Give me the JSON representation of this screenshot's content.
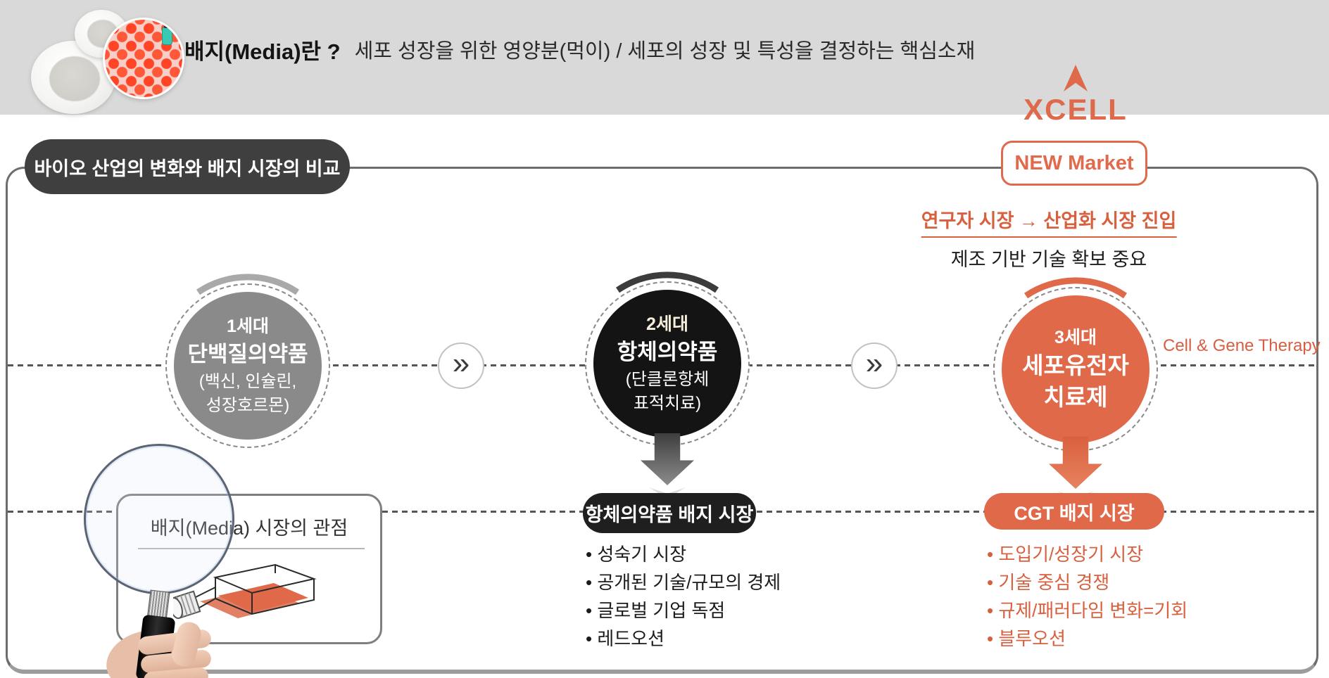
{
  "header": {
    "title_bold": "배지(Media)란 ?",
    "title_rest": "세포 성장을 위한 영양분(먹이) / 세포의 성장 및 특성을 결정하는 핵심소재"
  },
  "logo": {
    "text": "XCELL"
  },
  "badges": {
    "new_market": "NEW Market"
  },
  "section_title": "바이오 산업의 변화와 배지 시장의 비교",
  "notes": {
    "market_entry": "연구자 시장 → 산업화 시장 진입",
    "manufacturing": "제조 기반 기술 확보 중요",
    "cgt_side_label": "Cell & Gene Therapy"
  },
  "generations": [
    {
      "gen": "1세대",
      "name": "단백질의약품",
      "detail1": "(백신, 인슐린,",
      "detail2": "성장호르몬)"
    },
    {
      "gen": "2세대",
      "name": "항체의약품",
      "detail1": "(단클론항체",
      "detail2": "표적치료)"
    },
    {
      "gen": "3세대",
      "name": "세포유전자",
      "detail1": "치료제",
      "detail2": ""
    }
  ],
  "icons": {
    "chevron_double_right": "»"
  },
  "markets": {
    "antibody": {
      "title": "항체의약품 배지 시장",
      "bullets": [
        "성숙기 시장",
        "공개된 기술/규모의 경제",
        "글로벌 기업 독점",
        "레드오션"
      ]
    },
    "cgt": {
      "title": "CGT 배지 시장",
      "bullets": [
        "도입기/성장기 시장",
        "기술 중심 경쟁",
        "규제/패러다임 변화=기회",
        "블루오션"
      ]
    }
  },
  "media_view": {
    "title": "배지(Media) 시장의 관점"
  },
  "colors": {
    "accent_orange": "#e0694a",
    "header_gray": "#d9d9d9",
    "dark_pill": "#3f3f3f",
    "black_circle": "#141414",
    "gray_circle": "#8a8a8a"
  }
}
